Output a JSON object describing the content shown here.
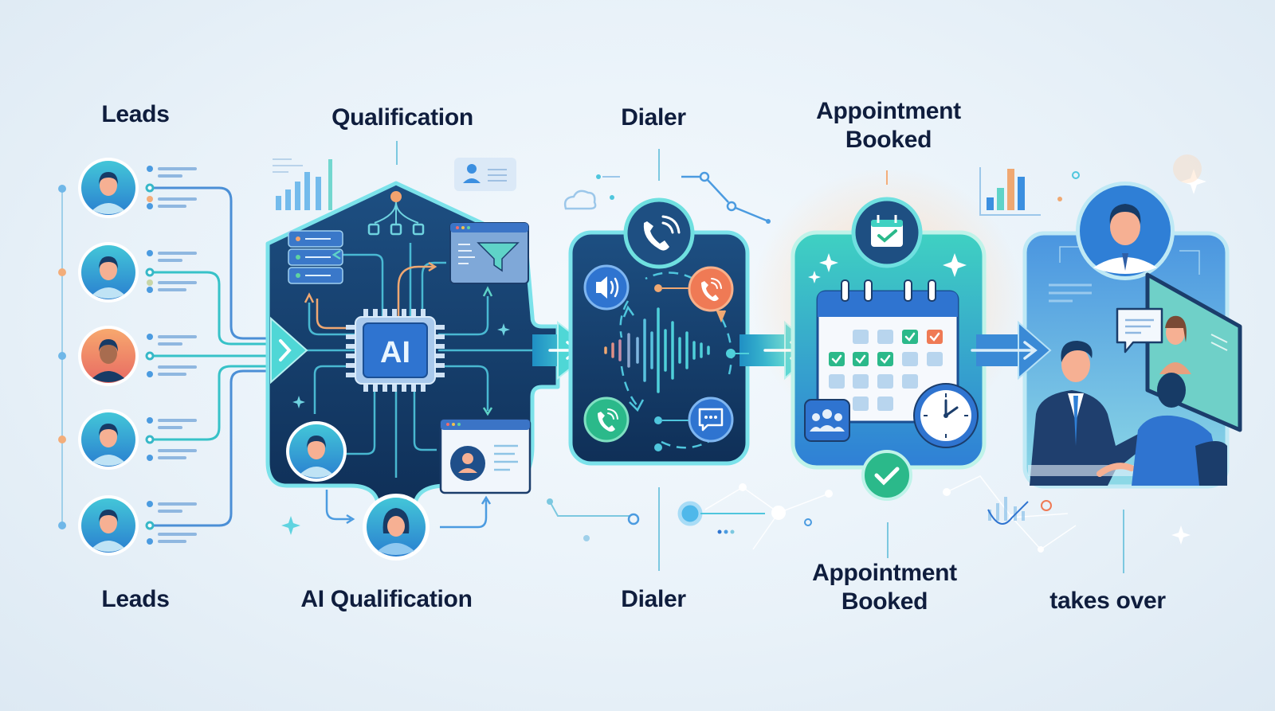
{
  "diagram": {
    "type": "process-flow",
    "direction": "left-to-right",
    "stages": [
      {
        "id": "leads",
        "top_label": "Leads",
        "bottom_label": "Leads",
        "icons": [
          "person-avatar",
          "person-avatar",
          "person-avatar",
          "person-avatar",
          "person-avatar"
        ]
      },
      {
        "id": "qualification",
        "top_label": "Qualification",
        "bottom_label": "AI Qualification",
        "chip_label": "AI",
        "icons": [
          "bar-chart",
          "profile-card",
          "server-stack",
          "decision-tree",
          "filter-window",
          "ai-chip",
          "person-avatar",
          "profile-window",
          "person-avatar"
        ]
      },
      {
        "id": "dialer",
        "top_label": "Dialer",
        "bottom_label": "Dialer",
        "icons": [
          "phone-call",
          "speaker",
          "phone-call-orange",
          "phone-call-green",
          "chat-bubble",
          "sound-wave",
          "cloud"
        ]
      },
      {
        "id": "appointment",
        "top_label_line1": "Appointment",
        "top_label_line2": "Booked",
        "bottom_label_line1": "Appointment",
        "bottom_label_line2": "Booked",
        "icons": [
          "calendar-check",
          "calendar",
          "clock",
          "team",
          "check-circle"
        ]
      },
      {
        "id": "handoff",
        "bottom_label": "takes over",
        "icons": [
          "bar-chart",
          "person-avatar",
          "handshake-meeting",
          "chat-bubble",
          "video-screen"
        ]
      }
    ],
    "connectors": [
      "leads->qualification",
      "qualification->dialer",
      "dialer->appointment",
      "appointment->handoff"
    ],
    "colors": {
      "text": "#0f1d3d",
      "panel_dark": "#143a66",
      "accent_teal": "#3fd0d0",
      "accent_blue": "#2f7fd6",
      "accent_orange": "#f08a5d",
      "accent_green": "#2bb98a"
    }
  }
}
